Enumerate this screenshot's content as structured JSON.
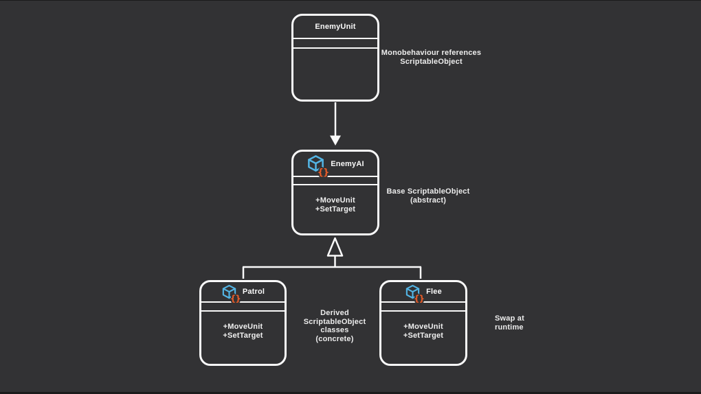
{
  "diagram": {
    "background": "#323234",
    "stroke_color": "#fafafa",
    "accent_blue": "#53b5e5",
    "accent_orange": "#ea5c28",
    "icon_braces": "{}",
    "nodes": [
      {
        "id": "enemy-unit",
        "title": "EnemyUnit",
        "has_icon": false,
        "methods": []
      },
      {
        "id": "enemy-ai",
        "title": "EnemyAI",
        "has_icon": true,
        "methods": [
          "+MoveUnit",
          "+SetTarget"
        ]
      },
      {
        "id": "patrol",
        "title": "Patrol",
        "has_icon": true,
        "methods": [
          "+MoveUnit",
          "+SetTarget"
        ]
      },
      {
        "id": "flee",
        "title": "Flee",
        "has_icon": true,
        "methods": [
          "+MoveUnit",
          "+SetTarget"
        ]
      }
    ],
    "annotations": [
      {
        "id": "note-monobehaviour",
        "lines": [
          "Monobehaviour references",
          "ScriptableObject"
        ]
      },
      {
        "id": "note-base",
        "lines": [
          "Base ScriptableObject",
          "(abstract)"
        ]
      },
      {
        "id": "note-derived",
        "lines": [
          "Derived",
          "ScriptableObject",
          "classes",
          "(concrete)"
        ]
      },
      {
        "id": "note-swap",
        "lines": [
          "Swap at",
          "runtime"
        ]
      }
    ]
  }
}
